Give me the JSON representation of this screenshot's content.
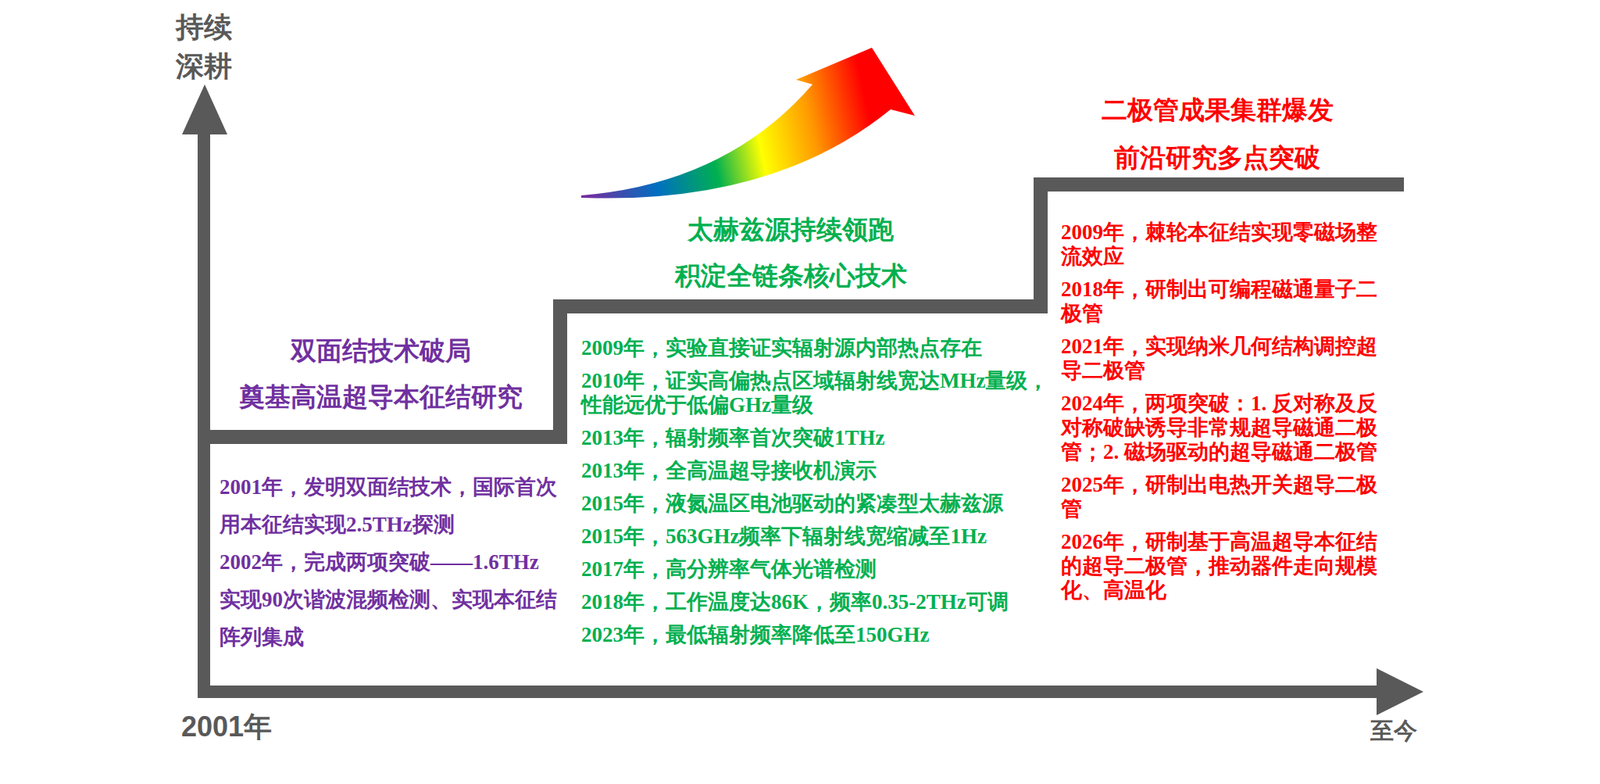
{
  "diagram": {
    "nodes": [
      {
        "text": [
          "双面结技术破局",
          "奠基高温超导本征结研究",
          "2001年，发明双面结技术，国际首次 用本征结实现2.5THz探测",
          "2002年，完成两项突破——1.6THz 实现90次谐波混频检测、实现本征结 阵列集成"
        ]
      },
      {
        "text": [
          "太赫兹源持续领跑",
          "积淀全链条核心技术",
          "2009年，实验直接证实辐射源内部热点存在",
          "2010年，证实高偏热点区域辐射线宽达MHz量级， 性能远优于低偏GHz量级",
          "2013年，辐射频率首次突破1THz",
          "2013年，全高温超导接收机演示",
          "2015年，液氮温区电池驱动的紧凑型太赫兹源",
          "2015年，563GHz频率下辐射线宽缩减至1Hz",
          "2017年，高分辨率气体光谱检测",
          "2018年，工作温度达86K，频率0.35-2THz可调",
          "2023年，最低辐射频率降低至150GHz"
        ]
      },
      {
        "text": [
          "二极管成果集群爆发",
          "前沿研究多点突破",
          "2009年，棘轮本征结实现零磁场整 流效应",
          "2018年，研制出可编程磁通量子二 极管",
          "2021年，实现纳米几何结构调控超 导二极管",
          "2024年，两项突破：1. 反对称及反 对称破缺诱导非常规超导磁通二极 管；2. 磁场驱动的超导磁通二极管",
          "2025年，研制出电热开关超导二极 管",
          "2026年，研制基于高温超导本征结 的超导二极管，推动器件走向规模 化、高温化"
        ]
      }
    ],
    "labels": [
      "持续 深耕",
      "2001年",
      "至今"
    ]
  }
}
